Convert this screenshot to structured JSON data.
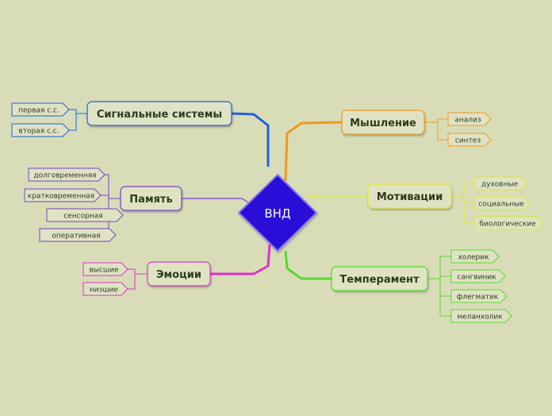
{
  "center": {
    "label": "ВНД",
    "color": "#2a0fd6"
  },
  "branches": [
    {
      "id": "signal",
      "label": "Сигнальные системы",
      "color": "#1f5fe0",
      "subs": [
        "первая с.с.",
        "вторая с.с."
      ]
    },
    {
      "id": "memory",
      "label": "Память",
      "color": "#7a3fc8",
      "subs": [
        "долговременняя",
        "кратковременная",
        "сенсорная",
        "оперативная"
      ]
    },
    {
      "id": "emotions",
      "label": "Эмоции",
      "color": "#e030c8",
      "subs": [
        "высшие",
        "низшие"
      ]
    },
    {
      "id": "thinking",
      "label": "Мышление",
      "color": "#f09a1a",
      "subs": [
        "анализ",
        "синтез"
      ]
    },
    {
      "id": "motivation",
      "label": "Мотивации",
      "color": "#e0e830",
      "subs": [
        "духовные",
        "социальные",
        "биологические"
      ]
    },
    {
      "id": "temperament",
      "label": "Темперамент",
      "color": "#5ad830",
      "subs": [
        "холерик",
        "сангвиник",
        "флегматик",
        "меланхолик"
      ]
    }
  ]
}
